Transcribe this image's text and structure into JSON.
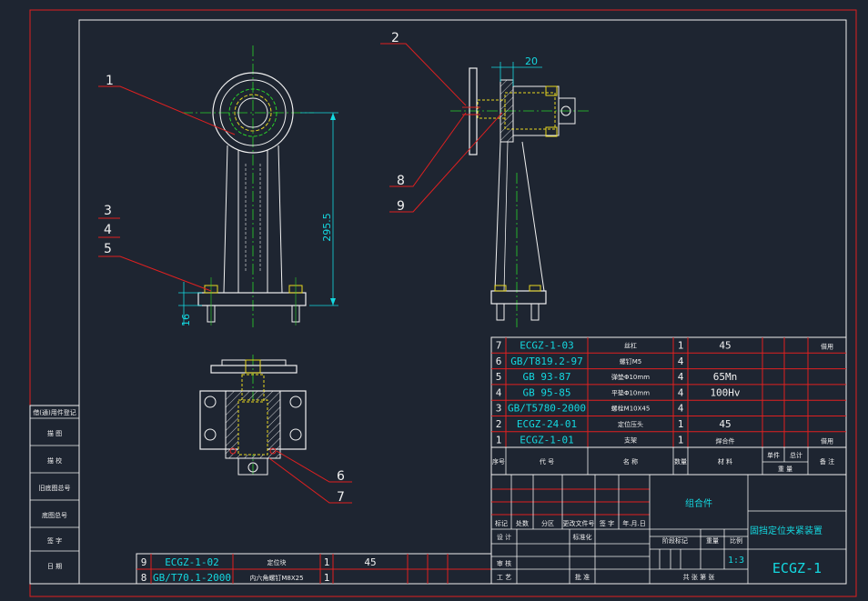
{
  "balloons": [
    "1",
    "2",
    "3",
    "4",
    "5",
    "6",
    "7",
    "8",
    "9"
  ],
  "dimensions": {
    "d_height": "295.5",
    "d_width": "20",
    "d_base": "16"
  },
  "bom_upper": [
    {
      "no": "7",
      "code": "ECGZ-1-03",
      "name": "丝杠",
      "qty": "1",
      "material": "45",
      "note": "借用"
    },
    {
      "no": "6",
      "code": "GB/T819.2-97",
      "name": "螺钉M5",
      "qty": "4",
      "material": "",
      "note": ""
    },
    {
      "no": "5",
      "code": "GB 93-87",
      "name": "弹垫Φ10mm",
      "qty": "4",
      "material": "65Mn",
      "note": ""
    },
    {
      "no": "4",
      "code": "GB 95-85",
      "name": "平垫Φ10mm",
      "qty": "4",
      "material": "100Hv",
      "note": ""
    },
    {
      "no": "3",
      "code": "GB/T5780-2000",
      "name": "螺栓M10X45",
      "qty": "4",
      "material": "",
      "note": ""
    },
    {
      "no": "2",
      "code": "ECGZ-24-01",
      "name": "定位压头",
      "qty": "1",
      "material": "45",
      "note": ""
    },
    {
      "no": "1",
      "code": "ECGZ-1-01",
      "name": "支架",
      "qty": "1",
      "material": "焊合件",
      "note": "借用"
    }
  ],
  "bom_lower": [
    {
      "no": "9",
      "code": "ECGZ-1-02",
      "name": "定位块",
      "qty": "1",
      "material": "45"
    },
    {
      "no": "8",
      "code": "GB/T70.1-2000",
      "name": "内六角螺钉M8X25",
      "qty": "1",
      "material": ""
    }
  ],
  "bom_header": {
    "seq": "序号",
    "code": "代 号",
    "name": "名 称",
    "qty": "数量",
    "material": "材 料",
    "unit": "单件",
    "total": "总计",
    "weight": "重 量",
    "note": "备 注"
  },
  "left_column": [
    "借(通)用件登记",
    "描 图",
    "描 校",
    "旧底图总号",
    "底图总号",
    "签 字",
    "日 期"
  ],
  "title_block": {
    "assembly": "组合件",
    "drawing_title": "固挡定位夹紧装置",
    "drawing_no": "ECGZ-1",
    "scale": "1:3",
    "rev_mark": "标记",
    "rev_count": "处数",
    "rev_zone": "分区",
    "rev_doc": "更改文件号",
    "rev_sign": "签 字",
    "rev_date": "年.月.日",
    "design": "设 计",
    "standardize": "标准化",
    "review": "审 核",
    "process": "工 艺",
    "approve": "批 准",
    "stage_mark": "阶段标记",
    "weight": "重量",
    "scale_label": "比例",
    "sheets": "共 张 第 张"
  },
  "colors": {
    "frame": "#e8e8e8",
    "red": "#e02020",
    "cyan": "#14d8e0",
    "green": "#2ad42a",
    "yellow": "#e8d820",
    "white": "#ffffff"
  }
}
